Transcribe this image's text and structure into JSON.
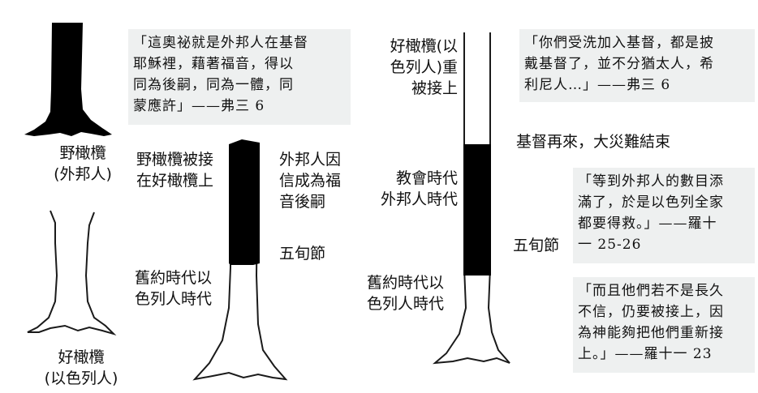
{
  "quotes": {
    "q1": [
      "「這奧祕就是外邦人在基督",
      "耶穌裡，藉著福音，得以",
      "同為後嗣，同為一體，同",
      "蒙應許」——弗三 6"
    ],
    "q2": [
      "「你們受洗加入基督，都是披",
      "戴基督了，並不分猶太人，希",
      "利尼人…」——弗三 6"
    ],
    "q3": [
      "「等到外邦人的數目添",
      "滿了，於是以色列全家",
      "都要得救。」——羅十",
      "一 25-26"
    ],
    "q4": [
      "「而且他們若不是長久",
      "不信，仍要被接上，因",
      "為神能夠把他們重新接",
      "上。」——羅十一 23"
    ]
  },
  "labels": {
    "wild_olive": [
      "野橄欖",
      "(外邦人)"
    ],
    "good_olive": [
      "好橄欖",
      "(以色列人)"
    ],
    "grafted": [
      "野橄欖被接",
      "在好橄欖上"
    ],
    "gentile_heirs": [
      "外邦人因",
      "信成為福",
      "音後嗣"
    ],
    "pentecost_1": "五旬節",
    "ot_israel_1": [
      "舊約時代以",
      "色列人時代"
    ],
    "regrafted": [
      "好橄欖(以",
      "色列人)重",
      "被接上"
    ],
    "second_coming": "基督再來，大災難結束",
    "church_age": [
      "教會時代",
      "外邦人時代"
    ],
    "pentecost_2": "五旬節",
    "ot_israel_2": [
      "舊約時代以",
      "色列人時代"
    ]
  },
  "colors": {
    "trunk_fill": "#000000",
    "trunk_outline": "#1a1a1a",
    "quote_bg": "#eef0f0"
  }
}
